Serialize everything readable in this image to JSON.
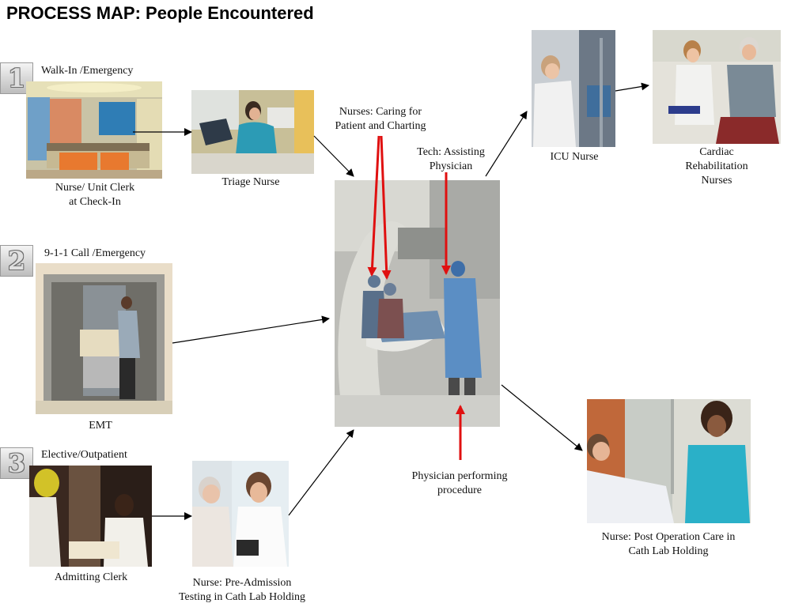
{
  "title": "PROCESS MAP: People Encountered",
  "steps": [
    {
      "number": "1",
      "label": "Walk-In /Emergency"
    },
    {
      "number": "2",
      "label": "9-1-1 Call /Emergency"
    },
    {
      "number": "3",
      "label": "Elective/Outpatient"
    }
  ],
  "captions": {
    "checkin": [
      "Nurse/ Unit Clerk",
      "at Check-In"
    ],
    "triage": "Triage Nurse",
    "emt": "EMT",
    "admitting": "Admitting Clerk",
    "preadmission": [
      "Nurse: Pre-Admission",
      "Testing in Cath Lab Holding"
    ],
    "nurses_caring": [
      "Nurses: Caring for",
      "Patient and Charting"
    ],
    "tech": [
      "Tech: Assisting",
      "Physician"
    ],
    "physician": [
      "Physician performing",
      "procedure"
    ],
    "icu": "ICU Nurse",
    "cardiac": [
      "Cardiac",
      "Rehabilitation",
      "Nurses"
    ],
    "postop": [
      "Nurse: Post Operation Care in",
      "Cath Lab Holding"
    ]
  },
  "colors": {
    "arrow": "#000000",
    "highlight_arrow": "#e01010"
  }
}
